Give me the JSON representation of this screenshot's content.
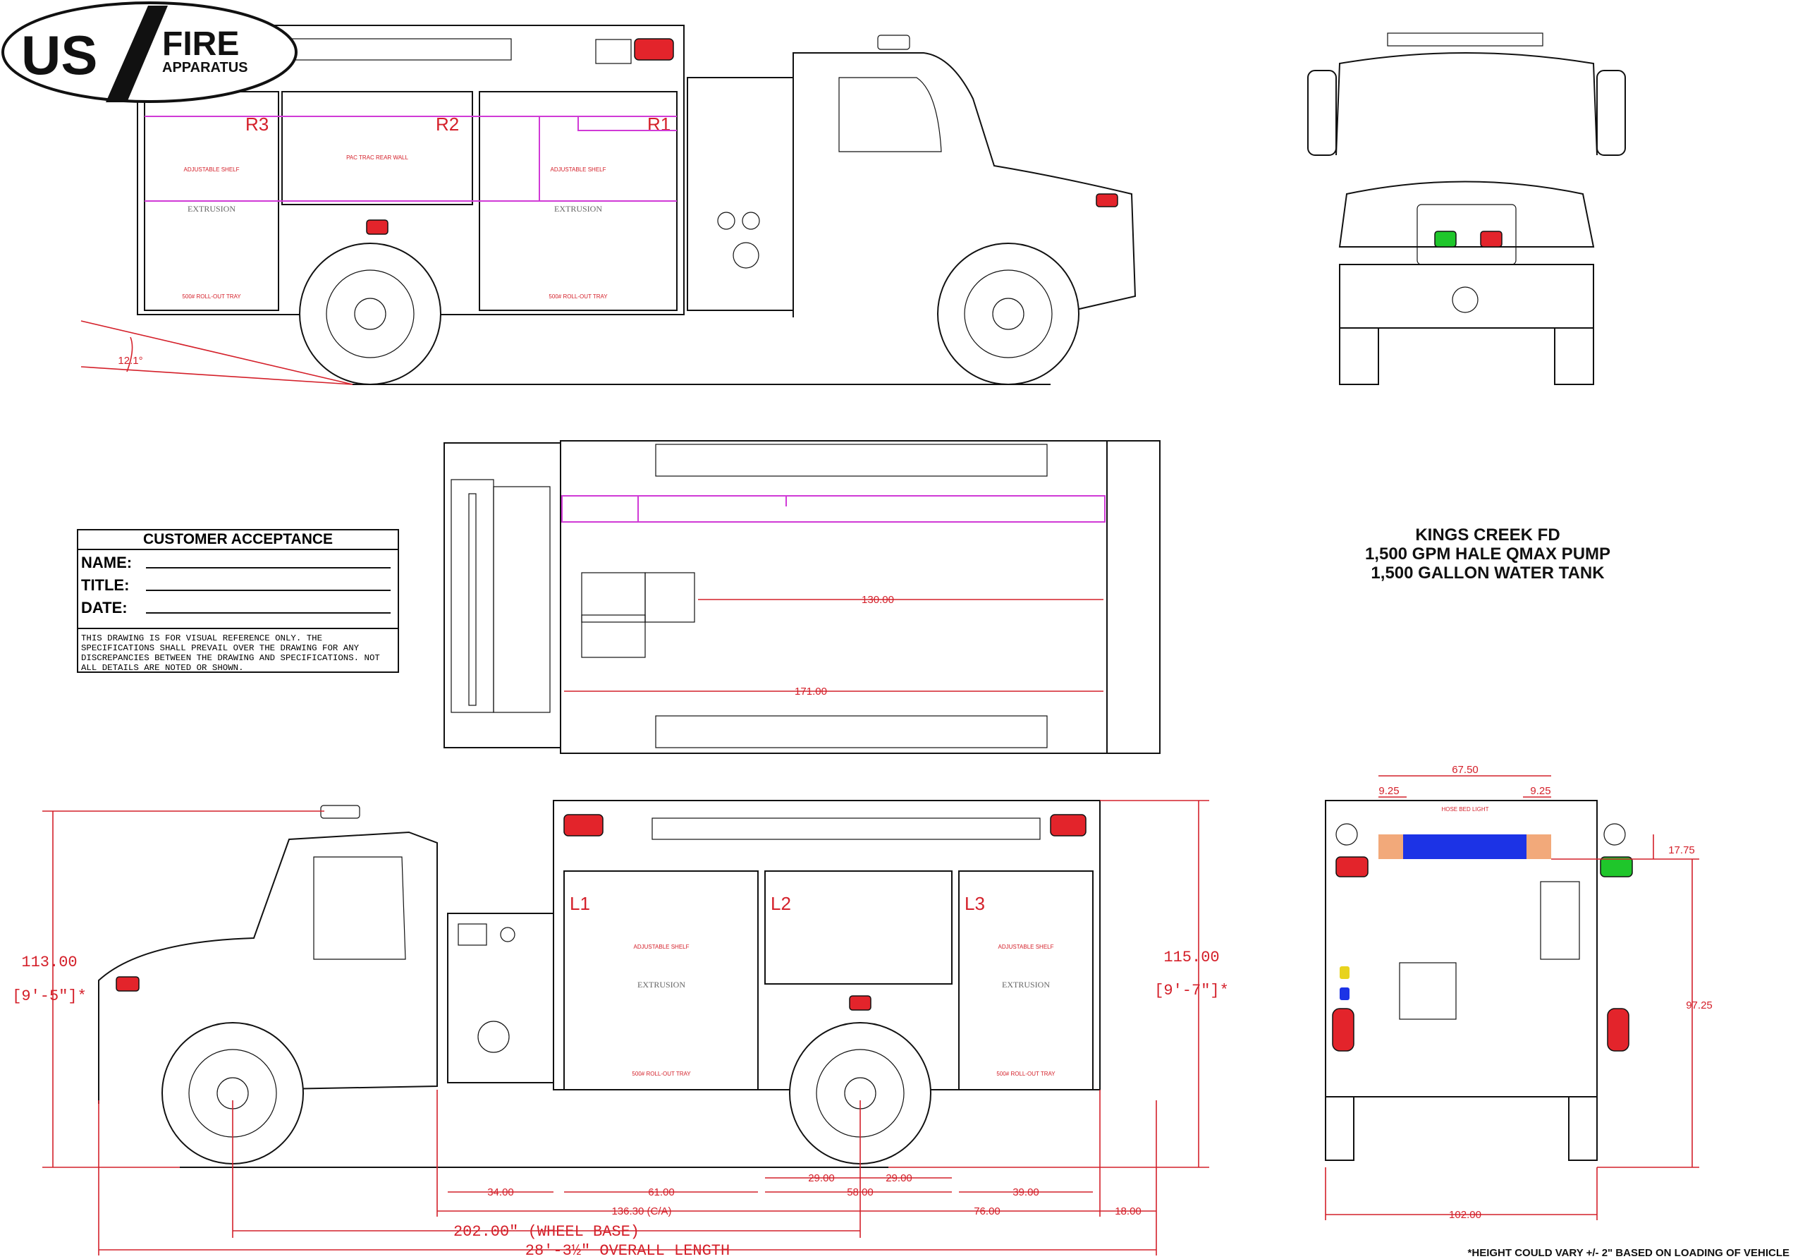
{
  "acceptance": {
    "title": "CUSTOMER ACCEPTANCE",
    "name_label": "NAME:",
    "title_label": "TITLE:",
    "date_label": "DATE:",
    "note": "This drawing is for visual reference only. The specifications shall prevail over the drawing for any discrepancies between the drawing and specifications. Not all details are noted or shown."
  },
  "logo": {
    "us": "US",
    "fire": "FIRE",
    "apparatus": "APPARATUS"
  },
  "title_block": {
    "line1": "KINGS CREEK FD",
    "line2": "1,500 GPM HALE QMAX PUMP",
    "line3": "1,500 GALLON WATER TANK"
  },
  "footnote": "*HEIGHT COULD VARY +/- 2\" BASED ON LOADING OF VEHICLE",
  "compartments": {
    "right": [
      "R3",
      "R2",
      "R1"
    ],
    "left": [
      "L1",
      "L2",
      "L3"
    ]
  },
  "labels": {
    "adjustable_shelf": "ADJUSTABLE SHELF",
    "extrusion": "EXTRUSION",
    "rollout_tray": "500# ROLL-OUT TRAY",
    "pac_trac": "PAC TRAC REAR WALL",
    "hose_bed_light": "HOSE BED LIGHT"
  },
  "dimensions": {
    "departure_angle": "12.1°",
    "top_130": "130.00",
    "top_171": "171.00",
    "height_front": "113.00",
    "height_front_ft": "[9'-5\"]*",
    "height_rear": "115.00",
    "height_rear_ft": "[9'-7\"]*",
    "d34": "34.00",
    "d61": "61.00",
    "d29a": "29.00",
    "d29b": "29.00",
    "d58": "58.00",
    "d39": "39.00",
    "d76": "76.00",
    "d18": "18.00",
    "ca": "136.30 (C/A)",
    "wheelbase": "202.00\" (WHEEL BASE)",
    "overall": "28'-3½\" OVERALL LENGTH",
    "rear_67": "67.50",
    "rear_925a": "9.25",
    "rear_925b": "9.25",
    "rear_1775": "17.75",
    "rear_9725": "97.25",
    "rear_102": "102.00"
  },
  "colors": {
    "dimension": "#d4202a",
    "layout_magenta": "#d03ad6",
    "warning_red": "#e3242b",
    "warning_green": "#1fc62b",
    "warning_blue": "#1c33e6",
    "amber": "#f2a97a"
  }
}
